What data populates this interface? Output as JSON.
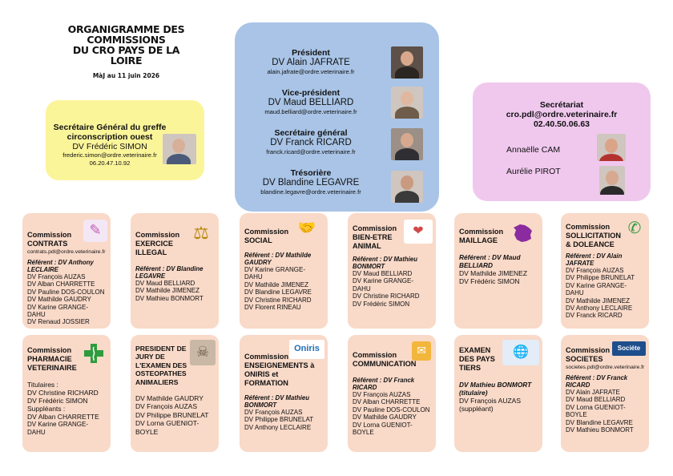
{
  "title": {
    "lines": [
      "ORGANIGRAMME DES",
      "COMMISSIONS",
      "DU CRO PAYS DE LA LOIRE"
    ],
    "update": "MàJ au 11 juin 2026"
  },
  "bureau": [
    {
      "role": "Président",
      "name": "DV Alain JAFRATE",
      "email": "alain.jafrate@ordre.veterinaire.fr"
    },
    {
      "role": "Vice-président",
      "name": "DV Maud BELLIARD",
      "email": "maud.belliard@ordre.veterinaire.fr"
    },
    {
      "role": "Secrétaire général",
      "name": "DV Franck RICARD",
      "email": "franck.ricard@ordre.veterinaire.fr"
    },
    {
      "role": "Trésorière",
      "name": "DV Blandine LEGAVRE",
      "email": "blandine.legavre@ordre.veterinaire.fr"
    }
  ],
  "greffe": {
    "role_l1": "Secrétaire Général du greffe",
    "role_l2": "circonscription ouest",
    "name": "DV Frédéric SIMON",
    "email": "frederic.simon@ordre.veterinaire.fr",
    "phone": "06.20.47.10.92"
  },
  "secretariat": {
    "title": "Secrétariat",
    "email": "cro.pdl@ordre.veterinaire.fr",
    "phone": "02.40.50.06.63",
    "people": [
      "Annaëlle CAM",
      "Aurélie PIROT"
    ]
  },
  "commissions": {
    "contrats": {
      "t1": "Commission",
      "t2": "CONTRATS",
      "email": "contrats.pdl@ordre.veterinaire.fr",
      "ref1": "Référent : DV Anthony",
      "ref2": "LECLAIRE",
      "members": [
        "DV François AUZAS",
        "DV Alban CHARRETTE",
        "DV Pauline DOS-COULON",
        "DV Mathilde GAUDRY",
        "DV Karine GRANGE-DAHU",
        "DV Renaud JOSSIER"
      ]
    },
    "exercice": {
      "t1": "Commission",
      "t2": "EXERCICE",
      "t3": "ILLEGAL",
      "ref1": "Référent : DV Blandine",
      "ref2": "LEGAVRE",
      "members": [
        "DV Maud BELLIARD",
        "DV Mathilde JIMENEZ",
        "DV Mathieu BONMORT"
      ]
    },
    "social": {
      "t1": "Commission",
      "t2": "SOCIAL",
      "ref1": "Référent : DV Mathilde",
      "ref2": "GAUDRY",
      "members": [
        "DV Karine GRANGE-DAHU",
        "DV Mathilde JIMENEZ",
        "DV Blandine LEGAVRE",
        "DV Christine RICHARD",
        "DV Florent RINEAU"
      ]
    },
    "bienetre": {
      "t1": "Commission",
      "t2": "BIEN-ETRE",
      "t3": "ANIMAL",
      "ref1": "Référent : DV Mathieu",
      "ref2": "BONMORT",
      "members": [
        "DV Maud BELLIARD",
        "DV Karine GRANGE-DAHU",
        "DV Christine RICHARD",
        "DV Frédéric SIMON"
      ]
    },
    "maillage": {
      "t1": "Commission",
      "t2": "MAILLAGE",
      "ref1": "Référent : DV Maud",
      "ref2": "BELLIARD",
      "members": [
        "DV Mathilde JIMENEZ",
        "DV Frédéric SIMON"
      ]
    },
    "sollicitation": {
      "t1": "Commission",
      "t2": "SOLLICITATION",
      "t3": "& DOLEANCE",
      "ref1": "Référent : DV Alain JAFRATE",
      "members": [
        "DV François AUZAS",
        "DV Philippe BRUNELAT",
        "DV Karine GRANGE-DAHU",
        "DV Mathilde JIMENEZ",
        "DV Anthony LECLAIRE",
        "DV Franck RICARD"
      ]
    },
    "pharmacie": {
      "t1": "Commission",
      "t2": "PHARMACIE",
      "t3": "VETERINAIRE",
      "h1": "Titulaires :",
      "tit": [
        "DV Christine RICHARD",
        "DV Frédéric SIMON"
      ],
      "h2": "Suppléants :",
      "sup": [
        "DV Alban CHARRETTE",
        "DV Karine GRANGE-DAHU"
      ]
    },
    "jury": {
      "t1": "PRESIDENT DE",
      "t2": "JURY DE",
      "t3": "L'EXAMEN DES",
      "t4": "OSTEOPATHES",
      "t5": "ANIMALIERS",
      "members": [
        "DV Mathilde GAUDRY",
        "DV François AUZAS",
        "DV Philippe BRUNELAT",
        "DV Lorna GUENIOT-",
        "BOYLE"
      ]
    },
    "enseignement": {
      "t1": "Commission",
      "t2": "ENSEIGNEMENTS à",
      "t3": "ONIRIS et",
      "t4": "FORMATION",
      "ref1": "Référent : DV Mathieu",
      "ref2": "BONMORT",
      "members": [
        "DV François AUZAS",
        "DV Philippe BRUNELAT",
        "DV Anthony LECLAIRE"
      ],
      "logo": "Oniris"
    },
    "communication": {
      "t1": "Commission",
      "t2": "COMMUNICATION",
      "ref1": "Référent : DV Franck",
      "ref2": "RICARD",
      "members": [
        "DV François AUZAS",
        "DV Alban CHARRETTE",
        "DV Pauline DOS-COULON",
        "DV Mathilde GAUDRY",
        "DV Lorna GUENIOT-BOYLE"
      ]
    },
    "examen": {
      "t1": "EXAMEN",
      "t2": "DES PAYS",
      "t3": "TIERS",
      "ref1": "DV Mathieu BONMORT",
      "ref2": "(titulaire)",
      "members": [
        "DV François AUZAS",
        "(suppléant)"
      ]
    },
    "societes": {
      "t1": "Commission",
      "t2": "SOCIETES",
      "email": "societes.pdl@ordre.veterinaire.fr",
      "ref1": "Référent : DV Franck",
      "ref2": "RICARD",
      "members": [
        "DV Alain JAFRATE",
        "DV Maud BELLIARD",
        "DV Lorna GUENIOT-BOYLE",
        "DV Blandine LEGAVRE",
        "DV Mathieu BONMORT"
      ],
      "logo": "Sociéte"
    }
  },
  "colors": {
    "bureau": "#a9c4e6",
    "greffe": "#fbf59a",
    "secretariat": "#f0c8ee",
    "card": "#f9d9c8"
  }
}
